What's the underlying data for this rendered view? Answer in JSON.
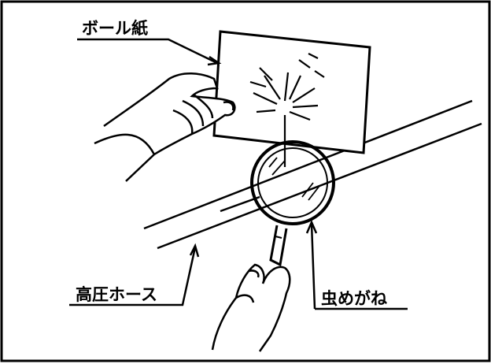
{
  "labels": {
    "board": "ボール紙",
    "hose": "高圧ホース",
    "magnifier": "虫めがね"
  },
  "colors": {
    "ink": "#000000",
    "paper": "#ffffff"
  },
  "icons": [
    "hand-icon",
    "magnifying-glass-icon",
    "sparkle-icon"
  ]
}
